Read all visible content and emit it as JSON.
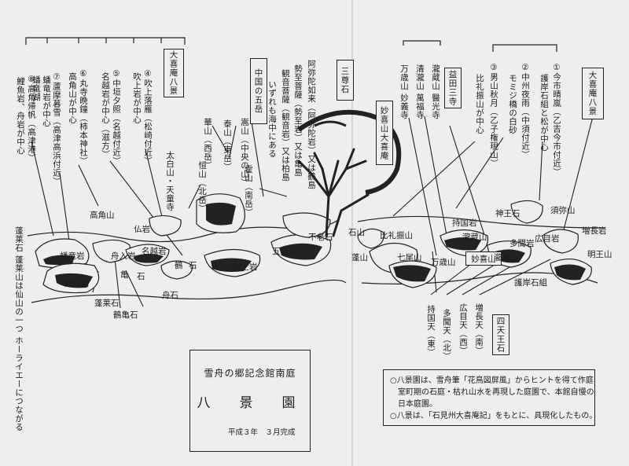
{
  "left_heading": "大喜庵八景",
  "right_heading": "大喜庵八景",
  "left_scenes": [
    "④吹上落雁（松崎付近）",
    "吹上岩が中心",
    "⑤中垣夕照（名越付近）",
    "名越岩が中心（滋方）",
    "⑥丸寺晩鐘（柿本神社）",
    "高角山が中心",
    "⑦蘆摩暮雪（高津高浜付近）",
    "蟠竜岩が中心",
    "蟠竜湖",
    "⑧高角帰帆（高津港）",
    "鯉魚岩、舟岩が中心"
  ],
  "right_scenes": [
    "①今市晴嵐（乙吉今市付近）",
    "護岸石組と松が中心",
    "②中州夜雨（中須付近）",
    "モミジ橋の白砂",
    "③男山秋月（乙子権現山）",
    "比礼振山が中心"
  ],
  "five_peaks": {
    "title": "中国の五岳",
    "items": [
      "嵩山（中央の山）",
      "泰山（東岳）",
      "華山（西岳）",
      "霍山（南岳）",
      "恒山（北岳）"
    ]
  },
  "three_worship": {
    "title": "三尊石",
    "items": [
      "阿弥陀如来（阿弥陀岩）又は鶴島",
      "勢至菩薩（勢至岩）又は亀島",
      "観音菩薩（観音岩）又は柏島",
      "いずれも海中にある"
    ]
  },
  "masuda_temples": {
    "title": "益田三寺",
    "items": [
      "瀧蔵山 醫光寺",
      "清瀧山 萬福寺",
      "万歳山 妙義寺"
    ]
  },
  "myoki": "妙喜山大喜庵",
  "shitenno": {
    "title": "四天王石",
    "items": [
      "持国天（東）",
      "多聞天（北）",
      "広目天（西）",
      "増長天（南）"
    ]
  },
  "vertical_note": "蓬莱石 蓬莱山は仙山の一つ ホーライエーにつながる",
  "garden_labels": {
    "taihaku": "太白山・天童寺",
    "koukaku": "高角山",
    "bukkan": "仏岩",
    "funairi": "舟入岩",
    "nagoshi": "名越岩",
    "banryu": "蟠竜岩",
    "rigyo": "鯉魚岩",
    "kame": "亀",
    "ishi": "石",
    "tsuru": "鶴",
    "tsuru_ishi": "石",
    "funaishi": "舟石",
    "horai": "蓬莱石",
    "tsurukame": "鶴亀石",
    "fukiage": "吹上岩",
    "gotai": "五台山",
    "furou": "不老石",
    "ishiyama": "石山",
    "hirefuri": "比礼振山",
    "jikoku_iwa": "持国岩",
    "takizo": "瀧蔵山",
    "shichio": "七尾山",
    "manzai": "万歳山",
    "myoki_small": "妙喜山",
    "takizo2": "瀧蔵山",
    "tamon_iwa": "多聞岩",
    "koumoku_iwa": "広目岩",
    "jinno": "神王石",
    "shumi": "須弥山",
    "zochoiwa": "増長岩",
    "meiou": "明王山",
    "gogan": "護岸石組",
    "kaishan": "蓬山",
    "left_edge_mtn": "蓬莱山"
  },
  "plaque": {
    "title": "雪舟の郷記念館南庭",
    "name": "八　景　園",
    "date": "平成３年　３月完成"
  },
  "notes": [
    "○八景園は、雪舟筆「花鳥図屏風」からヒントを得て作庭",
    "　室町期の石庭・枯れ山水を再現した庭園で、本館自慢の",
    "　日本庭園。",
    "○八景は、「石見州大喜庵記」をもとに、具現化したもの。"
  ]
}
